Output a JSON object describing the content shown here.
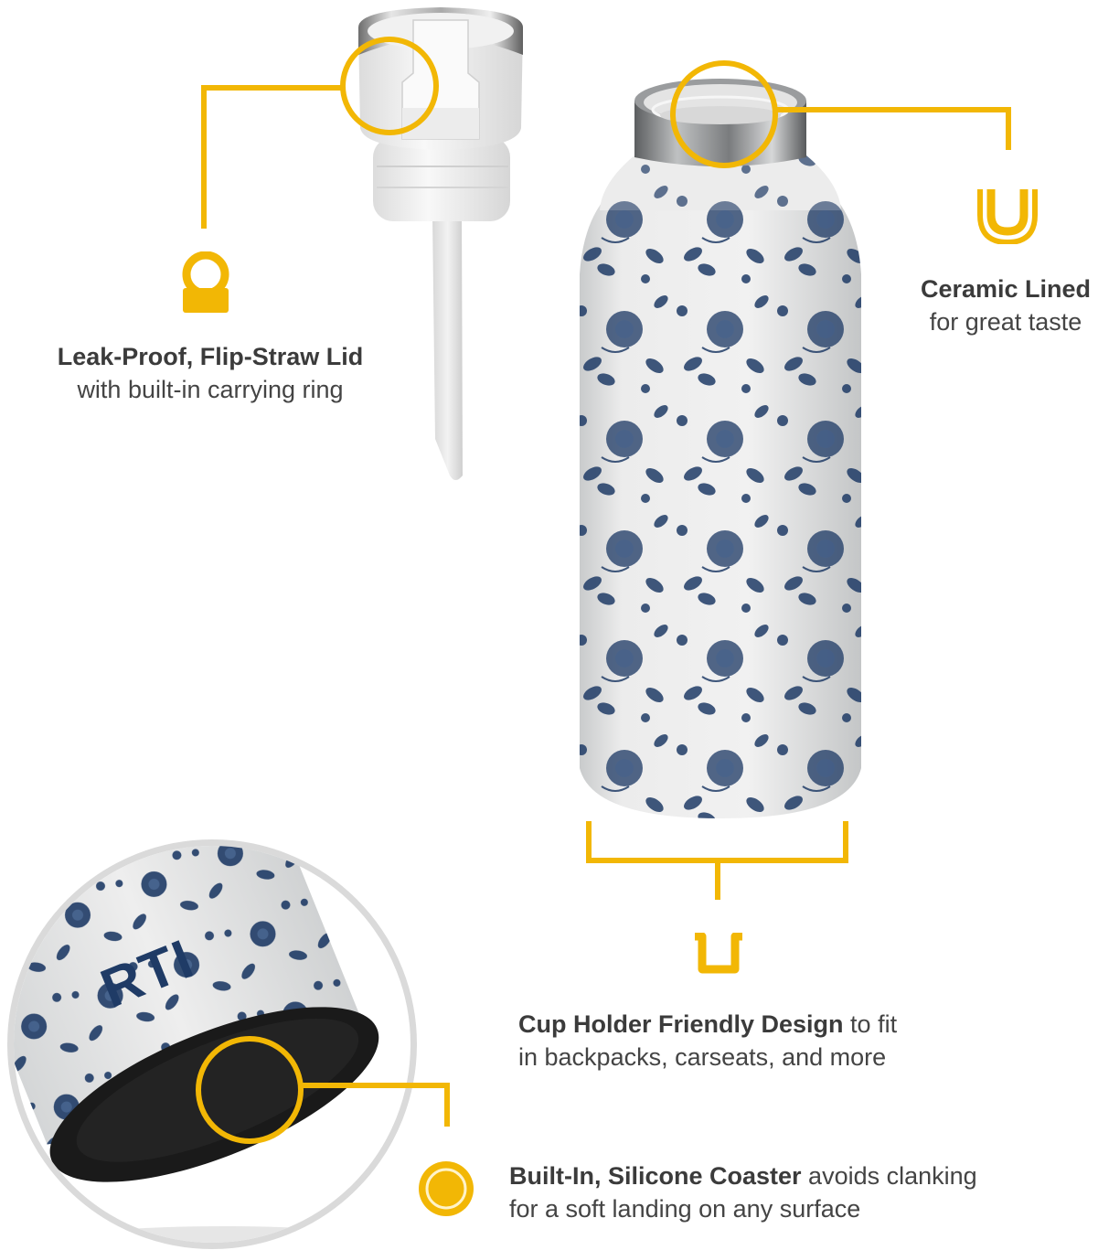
{
  "colors": {
    "accent": "#F2B705",
    "pattern_blue": "#1F3B66",
    "bottle_white": "#E9EAEA",
    "steel": "#8C8E90",
    "coaster_black": "#1A1A1A",
    "text": "#3B3B3B",
    "ring_gray": "#DADADA"
  },
  "brand_mark": "RTI",
  "features": [
    {
      "id": "lid",
      "icon": "carry-ring-icon",
      "title": "Leak-Proof, Flip-Straw Lid",
      "desc": "with built-in carrying ring"
    },
    {
      "id": "ceramic",
      "icon": "double-u-liner-icon",
      "title": "Ceramic Lined",
      "desc": "for great taste"
    },
    {
      "id": "cupholder",
      "icon": "cup-holder-icon",
      "title": "Cup Holder Friendly Design",
      "desc_inline": " to fit",
      "desc": "in backpacks, carseats, and more"
    },
    {
      "id": "coaster",
      "icon": "coaster-ring-icon",
      "title": "Built-In, Silicone Coaster",
      "desc_inline": " avoids clanking",
      "desc": "for a soft landing on any surface"
    }
  ]
}
